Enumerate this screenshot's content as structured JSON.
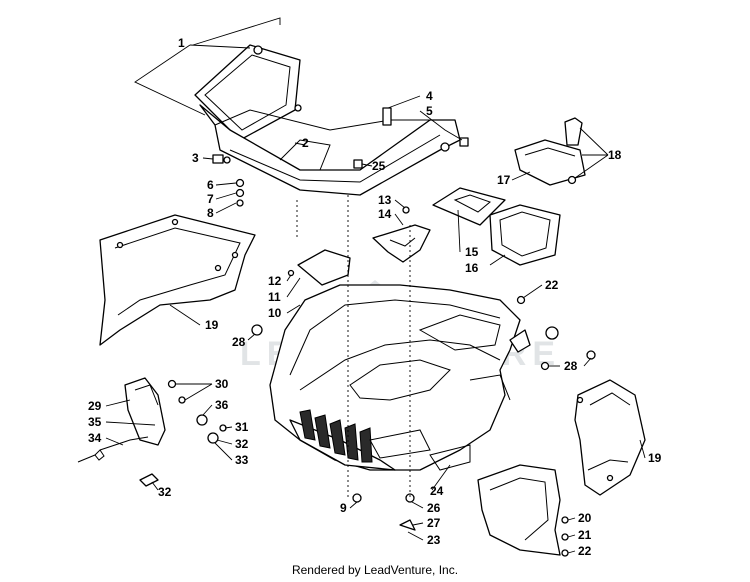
{
  "footer": {
    "text": "Rendered by LeadVenture, Inc."
  },
  "watermark": {
    "text": "LEADVENTURE"
  },
  "colors": {
    "line": "#000000",
    "background": "#ffffff",
    "watermark": "#c9ced3"
  },
  "callouts": [
    {
      "key": "c1",
      "label": "1"
    },
    {
      "key": "c2",
      "label": "2"
    },
    {
      "key": "c3",
      "label": "3"
    },
    {
      "key": "c4",
      "label": "4"
    },
    {
      "key": "c5",
      "label": "5"
    },
    {
      "key": "c6",
      "label": "6"
    },
    {
      "key": "c7",
      "label": "7"
    },
    {
      "key": "c8",
      "label": "8"
    },
    {
      "key": "c25",
      "label": "25"
    },
    {
      "key": "c13",
      "label": "13"
    },
    {
      "key": "c14",
      "label": "14"
    },
    {
      "key": "c15",
      "label": "15"
    },
    {
      "key": "c16",
      "label": "16"
    },
    {
      "key": "c17",
      "label": "17"
    },
    {
      "key": "c18",
      "label": "18"
    },
    {
      "key": "c22a",
      "label": "22"
    },
    {
      "key": "c12",
      "label": "12"
    },
    {
      "key": "c11",
      "label": "11"
    },
    {
      "key": "c10",
      "label": "10"
    },
    {
      "key": "c19a",
      "label": "19"
    },
    {
      "key": "c28a",
      "label": "28"
    },
    {
      "key": "c28b",
      "label": "28"
    },
    {
      "key": "c30",
      "label": "30"
    },
    {
      "key": "c36",
      "label": "36"
    },
    {
      "key": "c29",
      "label": "29"
    },
    {
      "key": "c35",
      "label": "35"
    },
    {
      "key": "c34",
      "label": "34"
    },
    {
      "key": "c31",
      "label": "31"
    },
    {
      "key": "c32a",
      "label": "32"
    },
    {
      "key": "c33",
      "label": "33"
    },
    {
      "key": "c32b",
      "label": "32"
    },
    {
      "key": "c19b",
      "label": "19"
    },
    {
      "key": "c24",
      "label": "24"
    },
    {
      "key": "c9",
      "label": "9"
    },
    {
      "key": "c26",
      "label": "26"
    },
    {
      "key": "c27",
      "label": "27"
    },
    {
      "key": "c23",
      "label": "23"
    },
    {
      "key": "c20",
      "label": "20"
    },
    {
      "key": "c21",
      "label": "21"
    },
    {
      "key": "c22b",
      "label": "22"
    }
  ]
}
